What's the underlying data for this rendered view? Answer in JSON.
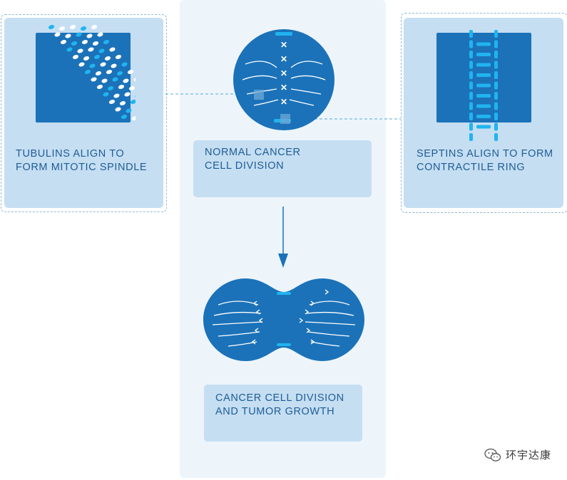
{
  "diagram": {
    "left_panel": {
      "label": "TUBULINS ALIGN TO\nFORM MITOTIC SPINDLE"
    },
    "right_panel": {
      "label": "SEPTINS ALIGN TO FORM\nCONTRACTILE RING"
    },
    "normal_division": {
      "label": "NORMAL CANCER\nCELL DIVISION"
    },
    "tumor_division": {
      "label": "CANCER CELL DIVISION\nAND TUMOR GROWTH"
    },
    "watermark": {
      "text": "环宇达康",
      "icon": "wechat-icon"
    },
    "colors": {
      "cell": "#1b72b9",
      "accent": "#20b4f0",
      "label_bg": "#c5def2",
      "column_bg": "#edf5fb",
      "text": "#1e5d96"
    }
  }
}
